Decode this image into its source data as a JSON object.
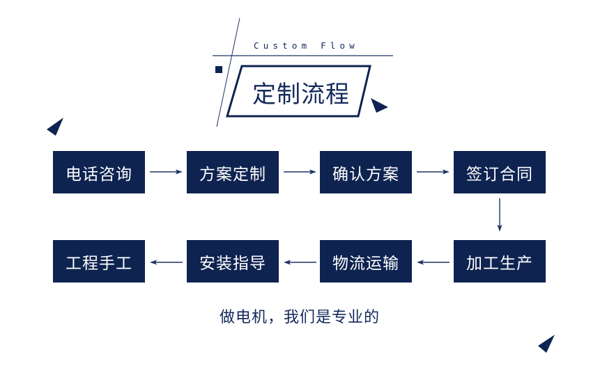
{
  "header": {
    "subtitle": "Custom Flow",
    "title": "定制流程"
  },
  "flow": {
    "steps": [
      {
        "label": "电话咨询"
      },
      {
        "label": "方案定制"
      },
      {
        "label": "确认方案"
      },
      {
        "label": "签订合同"
      },
      {
        "label": "加工生产"
      },
      {
        "label": "物流运输"
      },
      {
        "label": "安装指导"
      },
      {
        "label": "工程手工"
      }
    ],
    "connections": [
      {
        "from": "电话咨询",
        "to": "方案定制",
        "direction": "right"
      },
      {
        "from": "方案定制",
        "to": "确认方案",
        "direction": "right"
      },
      {
        "from": "确认方案",
        "to": "签订合同",
        "direction": "right"
      },
      {
        "from": "签订合同",
        "to": "加工生产",
        "direction": "down"
      },
      {
        "from": "加工生产",
        "to": "物流运输",
        "direction": "left"
      },
      {
        "from": "物流运输",
        "to": "安装指导",
        "direction": "left"
      },
      {
        "from": "安装指导",
        "to": "工程手工",
        "direction": "left"
      }
    ]
  },
  "footer": {
    "slogan": "做电机，我们是专业的"
  },
  "colors": {
    "box": "#0e2350",
    "text_dark": "#13295a",
    "arrow": "#1f3563",
    "box_text": "#ffffff"
  },
  "icons": {
    "title_triangle": "triangle-pointer-icon",
    "corner_triangles": "triangle-decoration-icon",
    "square_bullet": "square-bullet-icon"
  }
}
